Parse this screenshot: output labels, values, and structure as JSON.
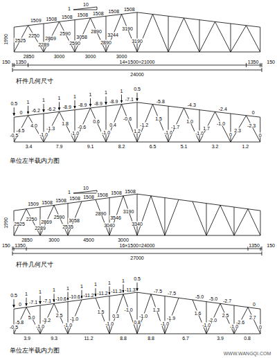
{
  "diagram": {
    "labels": [
      "1",
      "10",
      "1509",
      "1508",
      "1508",
      "1508",
      "1508",
      "1508",
      "1508",
      "2525",
      "2250",
      "2289",
      "2869",
      "2590",
      "2590",
      "3058",
      "2890",
      "2890",
      "3244",
      "3190",
      "3190",
      "1990",
      "2850",
      "3000",
      "3000",
      "3000",
      "150",
      "1350",
      "14×1500=21000",
      "1350",
      "150",
      "24000",
      "杆件几何尺寸",
      "0.5",
      "1",
      "1",
      "1",
      "1",
      "1",
      "1",
      "1",
      "0.5",
      "0",
      "-6.2",
      "-6.2",
      "-8.9",
      "-8.9",
      "-8.9",
      "-8.9",
      "-7.1",
      "-5.8",
      "-4.3",
      "-2.4",
      "0",
      "3.4",
      "7.9",
      "9.1",
      "8.2",
      "6.5",
      "5.1",
      "3.2",
      "1.2",
      "-0.5",
      "-4.5",
      "4.0",
      "-1.0",
      "-1.3",
      "1.8",
      "-1.0",
      "-0.6",
      "0.6",
      "-1.0",
      "0.4",
      "-0.6",
      "1.2",
      "-1.2",
      "1.5",
      "-1.0",
      "-1.7",
      "1.0",
      "-1.0",
      "1.7",
      "-1.0",
      "0",
      "2.3",
      "-2.3",
      "0",
      "单位左半载内力图",
      "1",
      "10",
      "1509",
      "1508",
      "1508",
      "1508",
      "1508",
      "1508",
      "1508",
      "1508",
      "2525",
      "2250",
      "2289",
      "2869",
      "2590",
      "2535",
      "3058",
      "2890",
      "3040",
      "3546",
      "3190",
      "3340",
      "1990",
      "2850",
      "3000",
      "4500",
      "3000",
      "150",
      "1350",
      "16×1500=24000",
      "1350",
      "150",
      "27000",
      "杆件几何尺寸",
      "0.5",
      "1",
      "1",
      "1",
      "1",
      "1",
      "1",
      "1",
      "1",
      "0.5",
      "0",
      "-7.1",
      "-7.1",
      "-10.6",
      "-10.6",
      "-11.2",
      "-11.2",
      "-11.3",
      "-11.3",
      "-7.5",
      "-7.5",
      "-5.0",
      "-5.0",
      "-2.7",
      "0",
      "3.9",
      "9.3",
      "11.2",
      "8.8",
      "8.8",
      "6.7",
      "3.9",
      "0.8",
      "-0.5",
      "-5.8",
      "5.0",
      "-1.0",
      "-3.2",
      "2.5",
      "-1.0",
      "-1.0",
      "1.5",
      "-1.0",
      "0.3",
      "-1.0",
      "0.8",
      "-1.0",
      "1.3",
      "-1.0",
      "-1.9",
      "1.6",
      "-1.0",
      "-2.0",
      "2.5",
      "-1.0",
      "-2.6",
      "2.7",
      "0",
      "单位左半载内力图",
      "WWW.WANGQI.COM"
    ]
  }
}
